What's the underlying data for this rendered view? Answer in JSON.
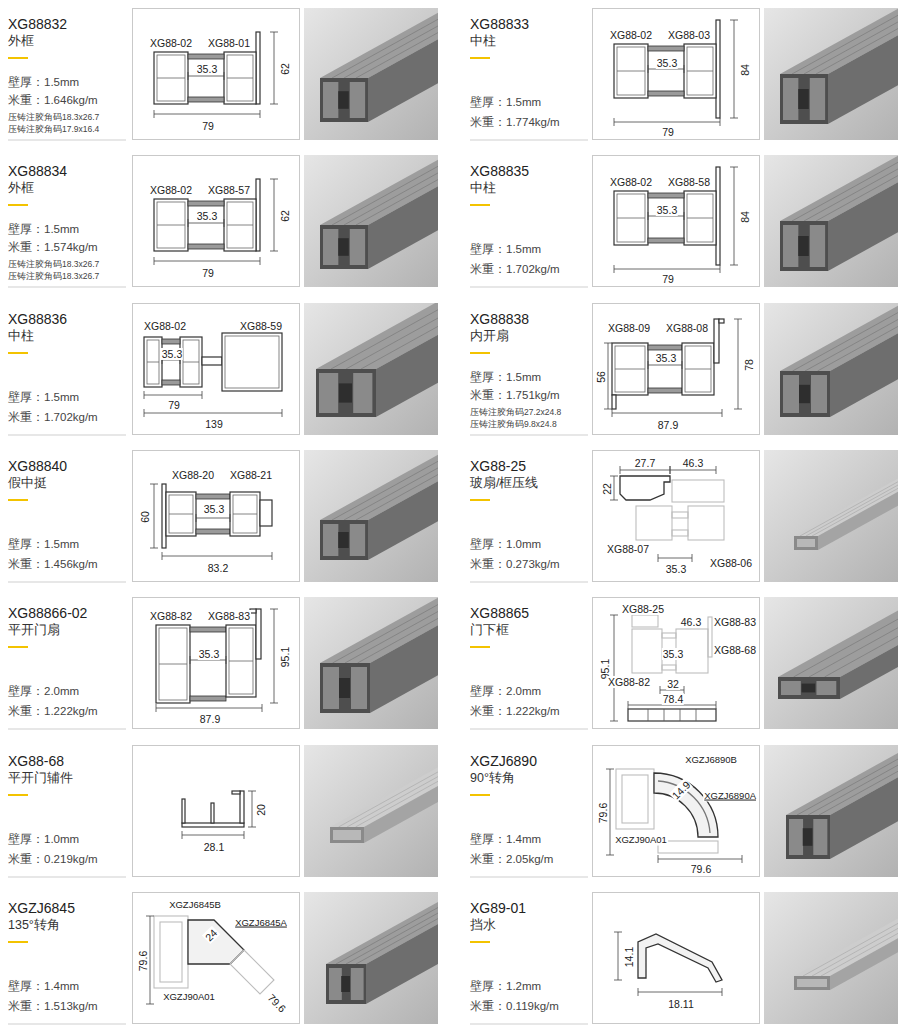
{
  "diagram": {
    "nodes": [
      {
        "text": [
          "XG88-02",
          "XG88-01",
          "35.3",
          "62",
          "79"
        ]
      },
      {
        "text": [
          "XG88-02",
          "XG88-03",
          "35.3",
          "84",
          "79"
        ]
      },
      {
        "text": [
          "XG88-02",
          "XG88-57",
          "35.3",
          "62",
          "79"
        ]
      },
      {
        "text": [
          "XG88-02",
          "XG88-58",
          "35.3",
          "84",
          "79"
        ]
      },
      {
        "text": [
          "XG88-02",
          "XG88-59",
          "35.3",
          "79",
          "139"
        ]
      },
      {
        "text": [
          "XG88-09",
          "XG88-08",
          "35.3",
          "56",
          "78",
          "87.9"
        ]
      },
      {
        "text": [
          "60",
          "XG88-20",
          "XG88-21",
          "35.3",
          "83.2"
        ]
      },
      {
        "text": [
          "27.7",
          "46.3",
          "22",
          "XG88-07",
          "35.3",
          "XG88-06"
        ]
      },
      {
        "text": [
          "XG88-82",
          "XG88-83",
          "35.3",
          "95.1",
          "87.9"
        ]
      },
      {
        "text": [
          "XG88-25",
          "46.3",
          "XG88-83",
          "95.1",
          "35.3",
          "XG88-68",
          "XG88-82",
          "32",
          "78.4"
        ]
      },
      {
        "text": [
          "20",
          "28.1"
        ]
      },
      {
        "text": [
          "XGZJ6890B",
          "79.6",
          "14.9",
          "XGZJ6890A",
          "XGZJ90A01",
          "79.6"
        ]
      },
      {
        "text": [
          "XGZJ6845B",
          "XGZJ6845A",
          "79.6",
          "24",
          "XGZJ90A01",
          "79.6"
        ]
      },
      {
        "text": [
          "14.1",
          "18.11"
        ]
      }
    ],
    "labels": [
      "XG88832",
      "外框",
      "壁厚：1.5mm",
      "米重：1.646kg/m",
      "压铸注胶角码18.3x26.7",
      "压铸注胶角码17.9x16.4",
      "XG88833",
      "中柱",
      "壁厚：1.5mm",
      "米重：1.774kg/m",
      "XG88834",
      "外框",
      "壁厚：1.5mm",
      "米重：1.574kg/m",
      "压铸注胶角码18.3x26.7",
      "压铸注胶角码18.3x26.7",
      "XG88835",
      "中柱",
      "壁厚：1.5mm",
      "米重：1.702kg/m",
      "XG88836",
      "中柱",
      "壁厚：1.5mm",
      "米重：1.702kg/m",
      "XG88838",
      "内开扇",
      "壁厚：1.5mm",
      "米重：1.751kg/m",
      "压铸注胶角码27.2x24.8",
      "压铸注胶角码9.8x24.8",
      "XG88840",
      "假中挺",
      "壁厚：1.5mm",
      "米重：1.456kg/m",
      "XG88-25",
      "玻扇/框压线",
      "壁厚：1.0mm",
      "米重：0.273kg/m",
      "XG88866-02",
      "平开门扇",
      "壁厚：2.0mm",
      "米重：1.222kg/m",
      "XG88865",
      "门下框",
      "壁厚：2.0mm",
      "米重：1.222kg/m",
      "XG88-68",
      "平开门辅件",
      "壁厚：1.0mm",
      "米重：0.219kg/m",
      "XGZJ6890",
      "90°转角",
      "壁厚：1.4mm",
      "米重：2.05kg/m",
      "XGZJ6845",
      "135°转角",
      "壁厚：1.4mm",
      "米重：1.513kg/m",
      "XG89-01",
      "挡水",
      "壁厚：1.2mm",
      "米重：0.119kg/m"
    ]
  }
}
